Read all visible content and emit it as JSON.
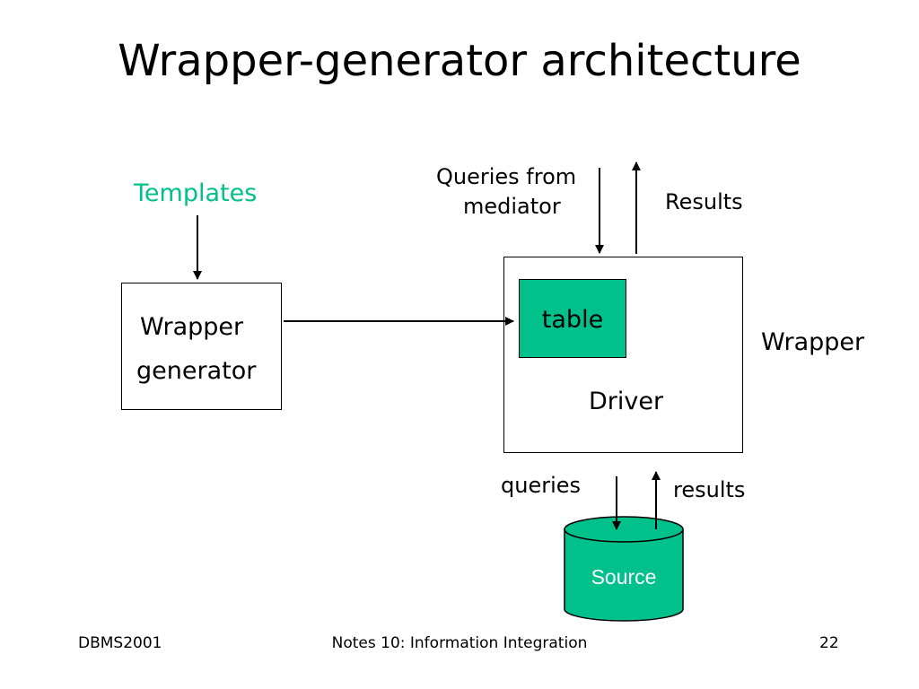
{
  "slide": {
    "title": "Wrapper-generator architecture",
    "colors": {
      "accent": "#00c08b",
      "fill": "#00c08b",
      "source_text": "#ffffff"
    }
  },
  "diagram": {
    "templates_label": "Templates",
    "wrapper_generator_line1": "Wrapper",
    "wrapper_generator_line2": "generator",
    "table_label": "table",
    "driver_label": "Driver",
    "wrapper_label": "Wrapper",
    "queries_from_mediator_line1": "Queries from",
    "queries_from_mediator_line2": "mediator",
    "results_upper": "Results",
    "queries_lower": "queries",
    "results_lower": "results",
    "source_label": "Source"
  },
  "footer": {
    "left": "DBMS2001",
    "center": "Notes 10: Information Integration",
    "page_number": "22"
  }
}
